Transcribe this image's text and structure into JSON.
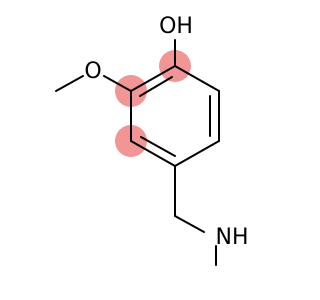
{
  "molecule": {
    "labels": {
      "hydroxyl": "OH",
      "methoxy_oxygen": "O",
      "amine": "NH"
    },
    "colors": {
      "bond": "#000000",
      "highlight": "#f08a8a",
      "background": "#ffffff"
    }
  }
}
